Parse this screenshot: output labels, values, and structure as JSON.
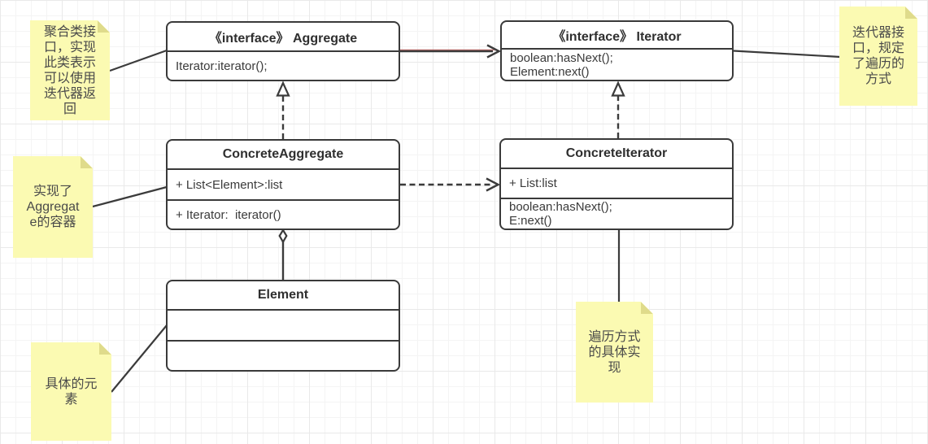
{
  "diagram": {
    "classes": {
      "aggregate": {
        "title": "《interface》 Aggregate",
        "method": "Iterator:iterator();"
      },
      "iterator": {
        "title": "《interface》 Iterator",
        "method1": "boolean:hasNext();",
        "method2": "Element:next()"
      },
      "concrete_aggregate": {
        "title": "ConcreteAggregate",
        "field": "+ List<Element>:list",
        "method": "+ Iterator:  iterator()"
      },
      "concrete_iterator": {
        "title": "ConcreteIterator",
        "field": "+ List:list",
        "method1": "boolean:hasNext();",
        "method2": "E:next()"
      },
      "element": {
        "title": "Element"
      }
    },
    "notes": {
      "aggregate_note": "聚合类接\n口，实现\n此类表示\n可以使用\n迭代器返\n回",
      "concrete_aggregate_note": "实现了\nAggregat\ne的容器",
      "element_note": "具体的元\n素",
      "iterator_note": "迭代器接\n口，规定\n了遍历的\n方式",
      "concrete_iterator_note": "遍历方式\n的具体实\n现"
    },
    "colors": {
      "note_fill": "#fbfab2",
      "note_fold": "#dfdb8b",
      "line": "#3b3b3b",
      "association_accent": "#b94a48",
      "box_fill": "#ffffff"
    }
  }
}
